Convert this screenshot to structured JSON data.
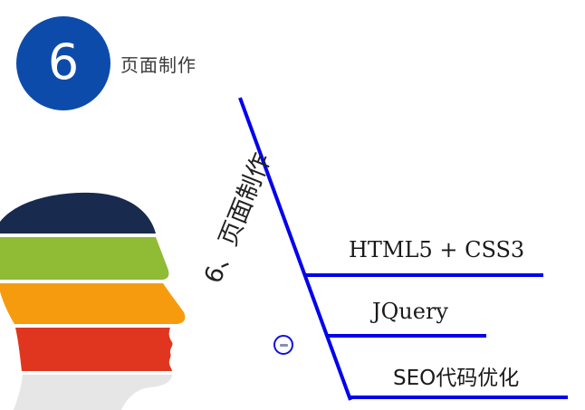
{
  "header": {
    "badge_number": "6",
    "title": "页面制作",
    "badge_color": "#0d4bab"
  },
  "mindmap": {
    "topic": "6、页面制作",
    "line_color": "#0000ee",
    "branches": [
      {
        "label": "HTML5 + CSS3"
      },
      {
        "label": "JQuery"
      },
      {
        "label": "SEO代码优化"
      }
    ],
    "collapse_icon": "minus-circle-icon"
  },
  "illustration": {
    "name": "head-profile",
    "band_colors": [
      "#182a4e",
      "#8fbb35",
      "#f79b0e",
      "#e0361f",
      "#e6e6e6"
    ]
  }
}
